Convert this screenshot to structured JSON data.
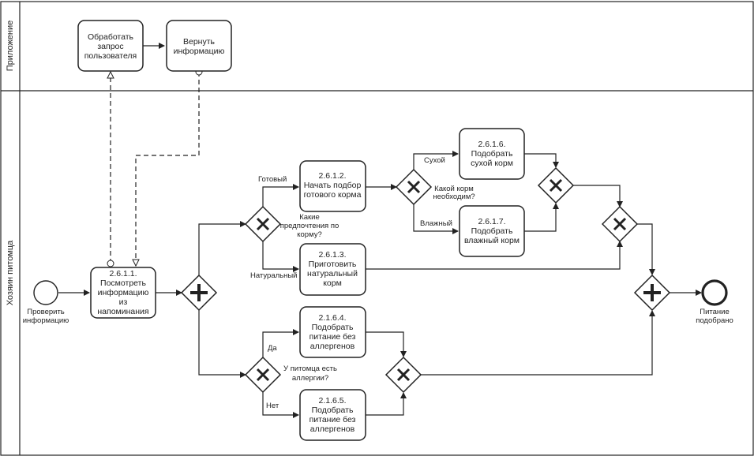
{
  "lanes": [
    {
      "id": "app",
      "label": "Приложение"
    },
    {
      "id": "owner",
      "label": "Хозяин питомца"
    }
  ],
  "tasks": [
    {
      "id": "process_request",
      "lines": [
        "Обработать",
        "запрос",
        "пользователя"
      ]
    },
    {
      "id": "return_info",
      "lines": [
        "Вернуть",
        "информацию"
      ]
    },
    {
      "id": "t2611",
      "lines": [
        "2.6.1.1.",
        "Посмотреть",
        "информацию",
        "из",
        "напоминания"
      ]
    },
    {
      "id": "t2612",
      "lines": [
        "2.6.1.2.",
        "Начать подбор",
        "готового корма"
      ]
    },
    {
      "id": "t2613",
      "lines": [
        "2.6.1.3.",
        "Приготовить",
        "натуральный",
        "корм"
      ]
    },
    {
      "id": "t2616",
      "lines": [
        "2.6.1.6.",
        "Подобрать",
        "сухой корм"
      ]
    },
    {
      "id": "t2617",
      "lines": [
        "2.6.1.7.",
        "Подобрать",
        "влажный корм"
      ]
    },
    {
      "id": "t2164",
      "lines": [
        "2.1.6.4.",
        "Подобрать",
        "питание без",
        "аллергенов"
      ]
    },
    {
      "id": "t2165",
      "lines": [
        "2.1.6.5.",
        "Подобрать",
        "питание без",
        "аллергенов"
      ]
    }
  ],
  "events": {
    "start": {
      "lines": [
        "Проверить",
        "информацию"
      ]
    },
    "end": {
      "lines": [
        "Питание",
        "подобрано"
      ]
    }
  },
  "gateways": {
    "food_pref": {
      "lines": [
        "Какие",
        "предпочтения по",
        "корму?"
      ]
    },
    "food_kind": {
      "lines": [
        "Какой корм",
        "необходим?"
      ]
    },
    "allergy": {
      "lines": [
        "У питомца есть",
        "аллергии?"
      ]
    }
  },
  "flow_labels": {
    "ready": "Готовый",
    "natural": "Натуральный",
    "dry": "Сухой",
    "wet": "Влажный",
    "yes": "Да",
    "no": "Нет"
  }
}
